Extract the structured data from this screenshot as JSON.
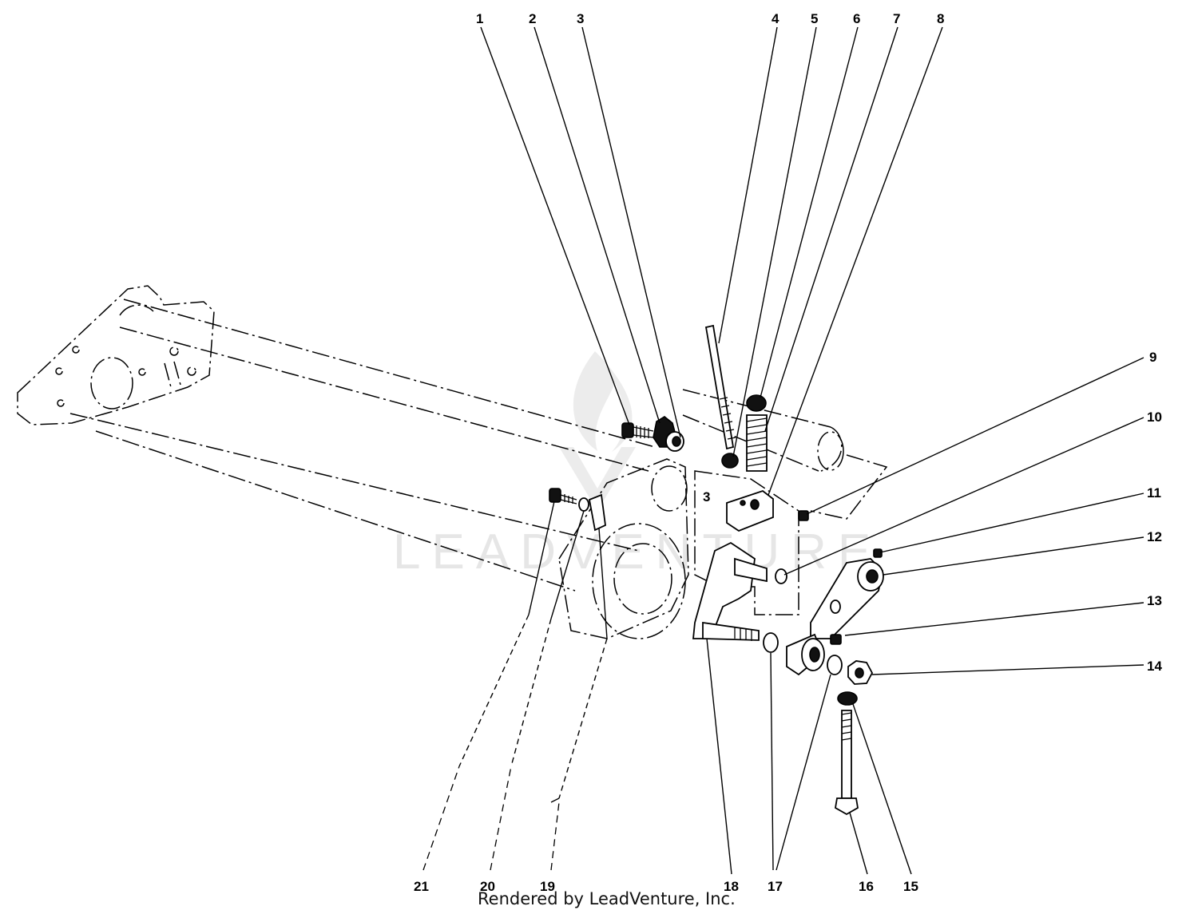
{
  "diagram": {
    "callouts": [
      {
        "id": "1",
        "label": "1"
      },
      {
        "id": "2",
        "label": "2"
      },
      {
        "id": "3",
        "label": "3"
      },
      {
        "id": "4",
        "label": "4"
      },
      {
        "id": "5",
        "label": "5"
      },
      {
        "id": "6",
        "label": "6"
      },
      {
        "id": "7",
        "label": "7"
      },
      {
        "id": "8",
        "label": "8"
      },
      {
        "id": "9",
        "label": "9"
      },
      {
        "id": "10",
        "label": "10"
      },
      {
        "id": "11",
        "label": "11"
      },
      {
        "id": "12",
        "label": "12"
      },
      {
        "id": "13",
        "label": "13"
      },
      {
        "id": "14",
        "label": "14"
      },
      {
        "id": "15",
        "label": "15"
      },
      {
        "id": "16",
        "label": "16"
      },
      {
        "id": "17",
        "label": "17"
      },
      {
        "id": "18",
        "label": "18"
      },
      {
        "id": "19",
        "label": "19"
      },
      {
        "id": "20",
        "label": "20"
      },
      {
        "id": "21",
        "label": "21"
      }
    ],
    "casting_mark": "3",
    "watermark": "LEADVENTURE"
  },
  "credit": "Rendered by LeadVenture, Inc."
}
